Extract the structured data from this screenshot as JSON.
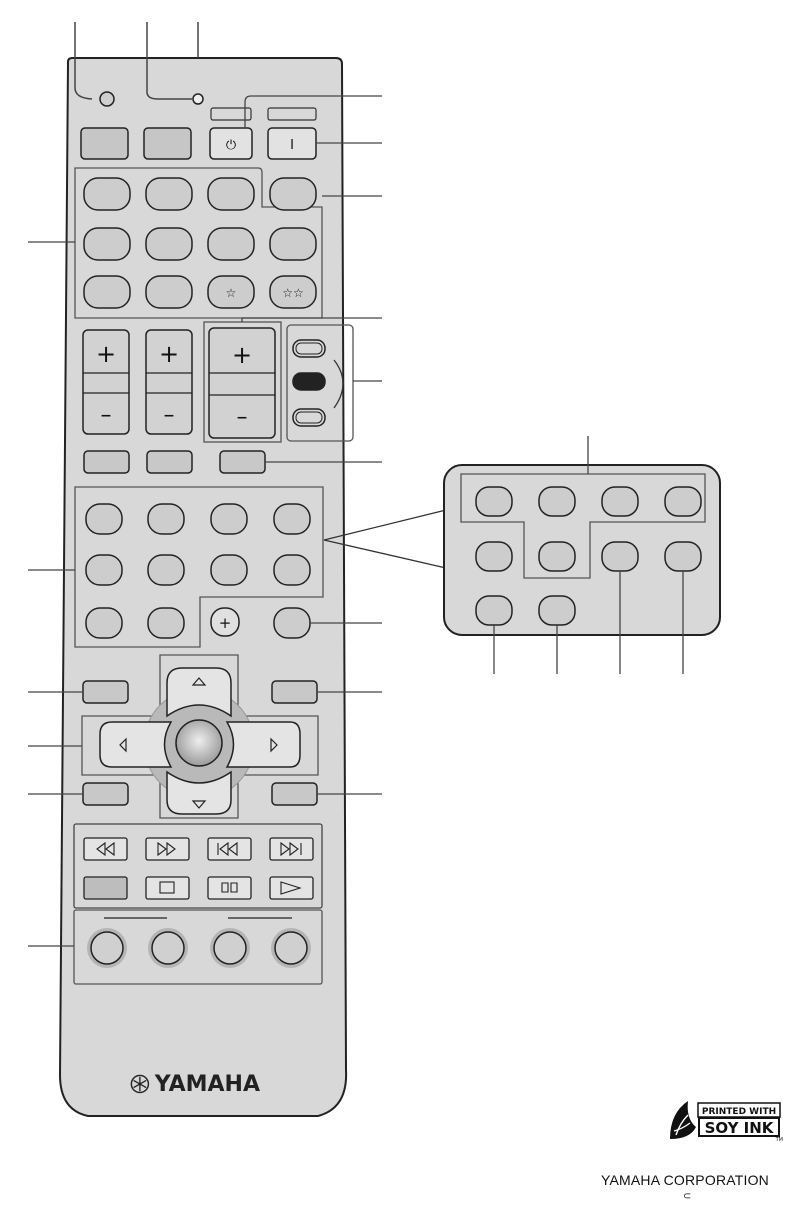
{
  "remote": {
    "brand": "YAMAHA",
    "star_single": "☆",
    "star_double": "☆☆",
    "plus_sign": "+",
    "minus_sign": "–",
    "standby_symbol": "⏻",
    "power_symbol": "I"
  },
  "soy_ink": {
    "line1": "PRINTED WITH",
    "line2": "SOY INK",
    "tm": "TM"
  },
  "footer": {
    "company": "YAMAHA CORPORATION",
    "mark": "⊂"
  },
  "colors": {
    "remote_body": "#d7d7d7",
    "button_fill": "#c8c8c8",
    "outline": "#2b2b2b",
    "line": "#444444"
  }
}
